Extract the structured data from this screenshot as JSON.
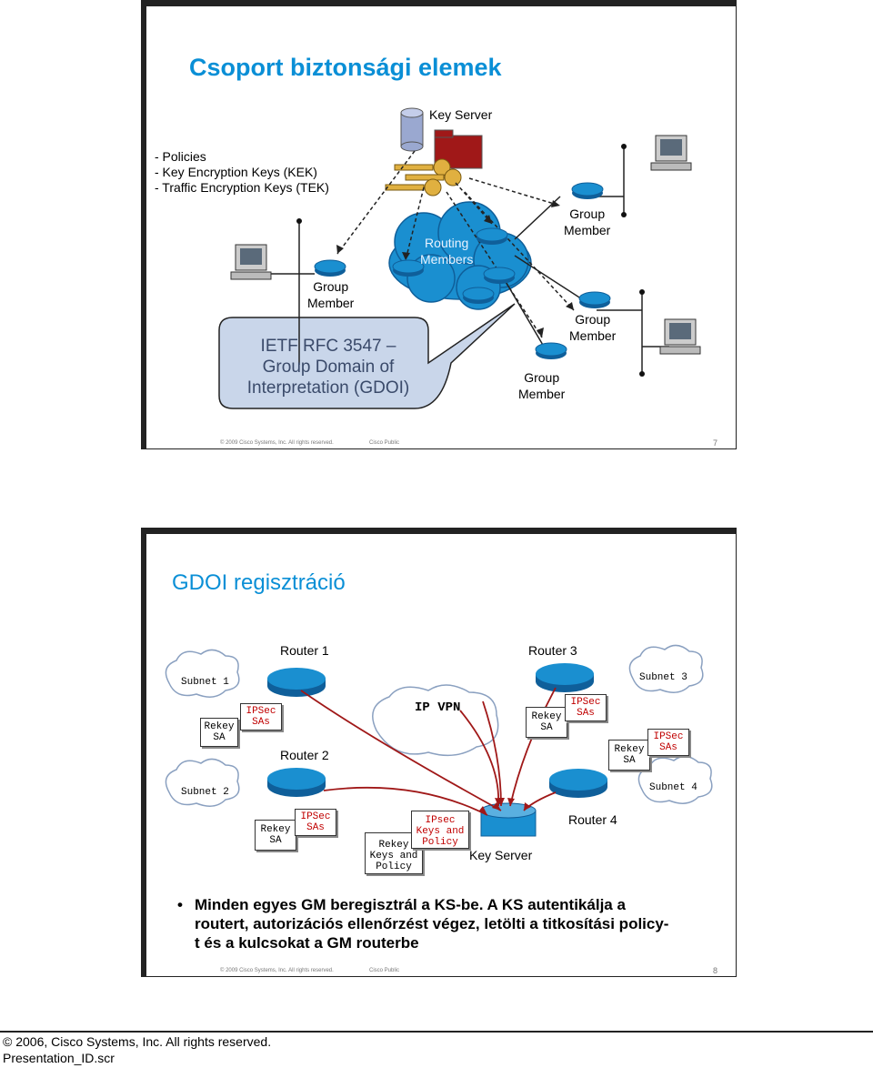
{
  "slide1": {
    "title": "Csoport biztonsági elemek",
    "key_server": "Key Server",
    "bullets": [
      "- Policies",
      "- Key Encryption Keys (KEK)",
      "- Traffic Encryption Keys (TEK)"
    ],
    "routing_members": [
      "Routing",
      "Members"
    ],
    "group_member": [
      "Group",
      "Member"
    ],
    "callout": [
      "IETF RFC 3547 –",
      "Group Domain of",
      "Interpretation (GDOI)"
    ],
    "footer_copyright": "© 2009 Cisco Systems, Inc. All rights reserved.",
    "footer_public": "Cisco Public",
    "page_number": "7"
  },
  "slide2": {
    "title": "GDOI regisztráció",
    "router1": "Router 1",
    "router2": "Router 2",
    "router3": "Router 3",
    "router4": "Router 4",
    "key_server": "Key Server",
    "subnet1": "Subnet 1",
    "subnet2": "Subnet 2",
    "subnet3": "Subnet 3",
    "subnet4": "Subnet 4",
    "ip_vpn": "IP VPN",
    "rekey_sa": [
      "Rekey",
      "SA"
    ],
    "ipsec_sas": [
      "IPSec",
      "SAs"
    ],
    "rekey_keys_policy": [
      "Rekey",
      "Keys and",
      "Policy"
    ],
    "ipsec_keys_policy": [
      "IPsec",
      "Keys and",
      "Policy"
    ],
    "bullet": [
      "Minden egyes GM beregisztrál a KS-be. A KS autentikálja a",
      "routert, autorizációs ellenőrzést végez, letölti a titkosítási policy-",
      "t és a kulcsokat a GM routerbe"
    ],
    "footer_copyright": "© 2009 Cisco Systems, Inc. All rights reserved.",
    "footer_public": "Cisco Public",
    "page_number": "8"
  },
  "page_footer": {
    "copyright": "© 2006, Cisco Systems, Inc. All rights reserved.",
    "file": "Presentation_ID.scr"
  }
}
